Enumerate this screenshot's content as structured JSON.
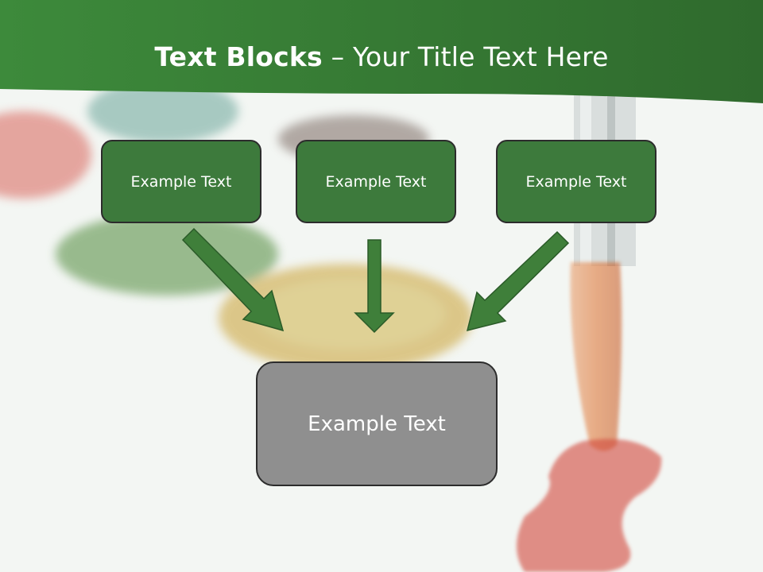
{
  "slide": {
    "title_bold": "Text Blocks",
    "title_rest": " – Your Title Text Here",
    "top_blocks": [
      {
        "label": "Example Text"
      },
      {
        "label": "Example Text"
      },
      {
        "label": "Example Text"
      }
    ],
    "bottom_block": {
      "label": "Example Text"
    }
  },
  "colors": {
    "header_green": "#3f8a3d",
    "block_green": "#3d7a3c",
    "block_gray": "#8f8f8f",
    "arrow_green": "#3f7f3a"
  }
}
